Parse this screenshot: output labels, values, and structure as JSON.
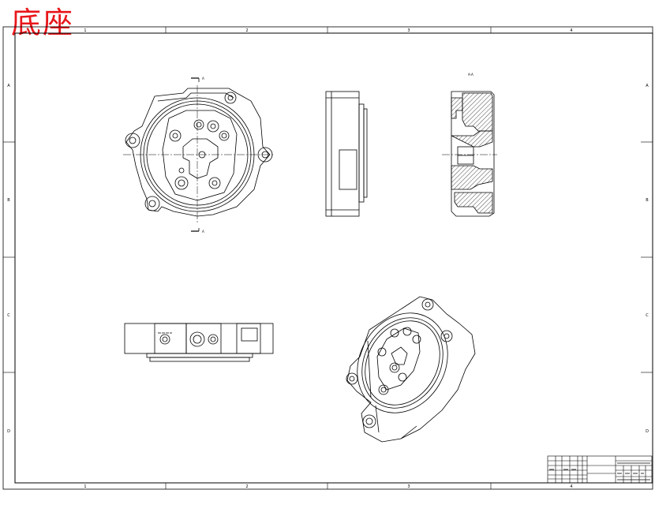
{
  "drawing": {
    "title": "底座",
    "title_color": "#e8161b",
    "line_color": "#000000",
    "hatch_color": "#000000",
    "column_zones": [
      "1",
      "2",
      "3",
      "4"
    ],
    "row_zones": [
      "A",
      "B",
      "C",
      "D"
    ]
  },
  "views": {
    "section_marker_top": "A",
    "section_marker_bottom": "A",
    "section_view_label": "A-A"
  }
}
